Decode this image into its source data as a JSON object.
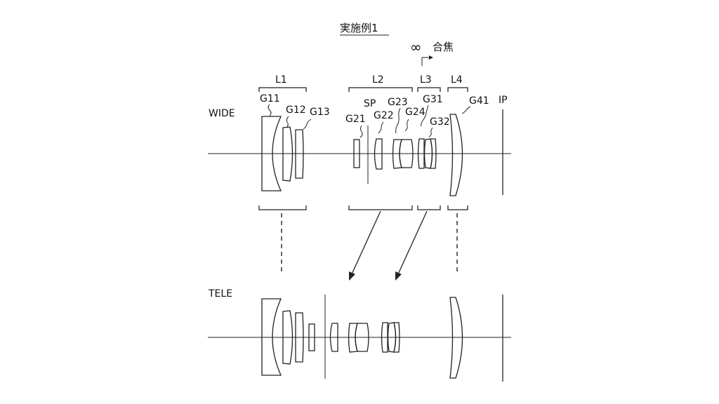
{
  "title": "実施例1",
  "focus": {
    "symbol": "∞",
    "label": "合焦"
  },
  "modes": {
    "wide": "WIDE",
    "tele": "TELE"
  },
  "groups": {
    "l1": "L1",
    "l2": "L2",
    "l3": "L3",
    "l4": "L4"
  },
  "elements": {
    "g11": "G11",
    "g12": "G12",
    "g13": "G13",
    "g21": "G21",
    "g22": "G22",
    "g23": "G23",
    "g24": "G24",
    "g31": "G31",
    "g32": "G32",
    "g41": "G41"
  },
  "stop": "SP",
  "image_plane": "IP"
}
